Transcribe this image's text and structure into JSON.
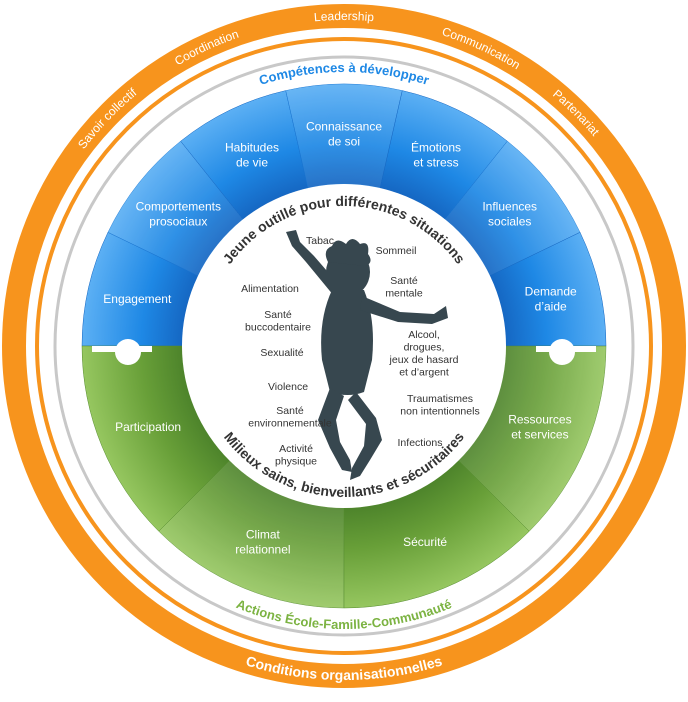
{
  "outer_ring": {
    "items": [
      "Savoir collectif",
      "Coordination",
      "Leadership",
      "Communication",
      "Partenariat"
    ],
    "bottom_title": "Conditions organisationnelles"
  },
  "top_ring_title": "Compétences à développer",
  "bottom_ring_title": "Actions École-Famille-Communauté",
  "blue_segments": [
    [
      "Engagement"
    ],
    [
      "Comportements",
      "prosociaux"
    ],
    [
      "Habitudes",
      "de vie"
    ],
    [
      "Connaissance",
      "de soi"
    ],
    [
      "Émotions",
      "et stress"
    ],
    [
      "Influences",
      "sociales"
    ],
    [
      "Demande",
      "d’aide"
    ]
  ],
  "green_segments": [
    [
      "Participation"
    ],
    [
      "Climat",
      "relationnel"
    ],
    [
      "Sécurité"
    ],
    [
      "Ressources",
      "et services"
    ]
  ],
  "inner_circle": {
    "top_title": "Jeune outillé pour différentes situations",
    "bottom_title": "Milieux sains, bienveillants et sécuritaires",
    "topics": [
      [
        "Tabac"
      ],
      [
        "Sommeil"
      ],
      [
        "Santé",
        "mentale"
      ],
      [
        "Alimentation"
      ],
      [
        "Santé",
        "buccodentaire"
      ],
      [
        "Alcool,",
        "drogues,",
        "jeux de hasard",
        "et d’argent"
      ],
      [
        "Sexualité"
      ],
      [
        "Violence"
      ],
      [
        "Traumatismes",
        "non intentionnels"
      ],
      [
        "Santé",
        "environnementale"
      ],
      [
        "Activité",
        "physique"
      ],
      [
        "Infections"
      ]
    ]
  },
  "colors": {
    "orange": "#f7941d",
    "blue_dark": "#1565c0",
    "blue_light": "#42a5f5",
    "green_dark": "#558b2f",
    "green_light": "#8bc34a",
    "silhouette": "#37474f"
  }
}
